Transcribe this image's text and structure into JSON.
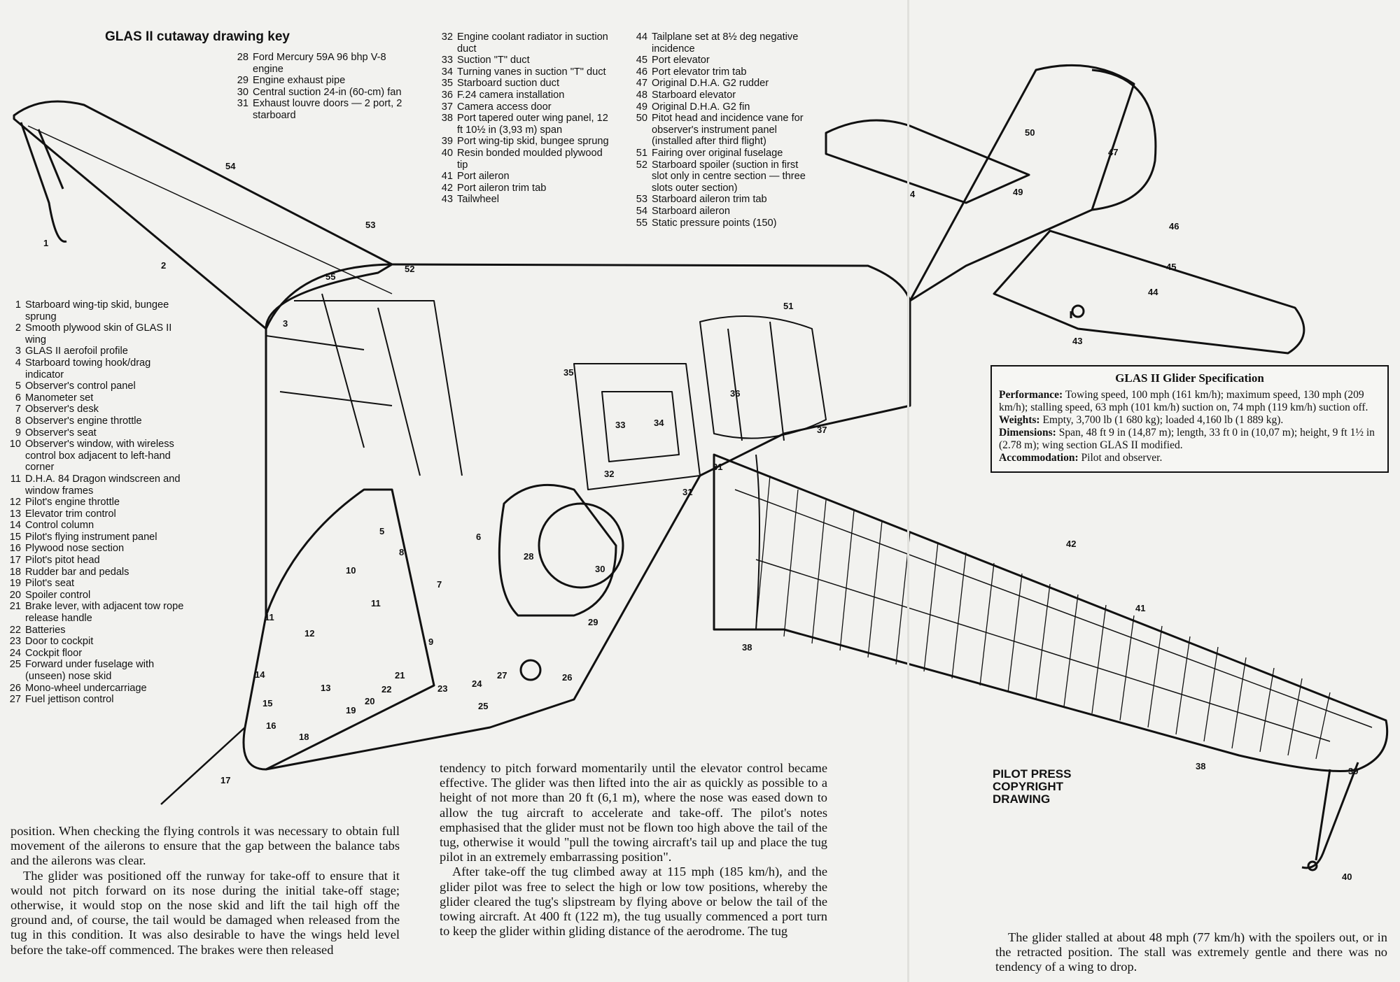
{
  "key_title": "GLAS II cutaway drawing key",
  "key_left": [
    {
      "n": "1",
      "t": "Starboard wing-tip skid, bungee sprung"
    },
    {
      "n": "2",
      "t": "Smooth plywood skin of GLAS II wing"
    },
    {
      "n": "3",
      "t": "GLAS II aerofoil profile"
    },
    {
      "n": "4",
      "t": "Starboard towing hook/drag indicator"
    },
    {
      "n": "5",
      "t": "Observer's control panel"
    },
    {
      "n": "6",
      "t": "Manometer set"
    },
    {
      "n": "7",
      "t": "Observer's desk"
    },
    {
      "n": "8",
      "t": "Observer's engine throttle"
    },
    {
      "n": "9",
      "t": "Observer's seat"
    },
    {
      "n": "10",
      "t": "Observer's window, with wireless control box adjacent to left-hand corner"
    },
    {
      "n": "11",
      "t": "D.H.A. 84 Dragon windscreen and window frames"
    },
    {
      "n": "12",
      "t": "Pilot's engine throttle"
    },
    {
      "n": "13",
      "t": "Elevator trim control"
    },
    {
      "n": "14",
      "t": "Control column"
    },
    {
      "n": "15",
      "t": "Pilot's flying instrument panel"
    },
    {
      "n": "16",
      "t": "Plywood nose section"
    },
    {
      "n": "17",
      "t": "Pilot's pitot head"
    },
    {
      "n": "18",
      "t": "Rudder bar and pedals"
    },
    {
      "n": "19",
      "t": "Pilot's seat"
    },
    {
      "n": "20",
      "t": "Spoiler control"
    },
    {
      "n": "21",
      "t": "Brake lever, with adjacent tow rope release handle"
    },
    {
      "n": "22",
      "t": "Batteries"
    },
    {
      "n": "23",
      "t": "Door to cockpit"
    },
    {
      "n": "24",
      "t": "Cockpit floor"
    },
    {
      "n": "25",
      "t": "Forward under fuselage with (unseen) nose skid"
    },
    {
      "n": "26",
      "t": "Mono-wheel undercarriage"
    },
    {
      "n": "27",
      "t": "Fuel jettison control"
    }
  ],
  "key_28": [
    {
      "n": "28",
      "t": "Ford Mercury 59A 96 bhp V-8 engine"
    },
    {
      "n": "29",
      "t": "Engine exhaust pipe"
    },
    {
      "n": "30",
      "t": "Central suction 24-in (60-cm) fan"
    },
    {
      "n": "31",
      "t": "Exhaust louvre doors — 2 port, 2 starboard"
    }
  ],
  "key_32": [
    {
      "n": "32",
      "t": "Engine coolant radiator in suction duct"
    },
    {
      "n": "33",
      "t": "Suction \"T\" duct"
    },
    {
      "n": "34",
      "t": "Turning vanes in suction \"T\" duct"
    },
    {
      "n": "35",
      "t": "Starboard suction duct"
    },
    {
      "n": "36",
      "t": "F.24 camera installation"
    },
    {
      "n": "37",
      "t": "Camera access door"
    },
    {
      "n": "38",
      "t": "Port tapered outer wing panel, 12 ft 10½ in (3,93 m) span"
    },
    {
      "n": "39",
      "t": "Port wing-tip skid, bungee sprung"
    },
    {
      "n": "40",
      "t": "Resin bonded moulded plywood tip"
    },
    {
      "n": "41",
      "t": "Port aileron"
    },
    {
      "n": "42",
      "t": "Port aileron trim tab"
    },
    {
      "n": "43",
      "t": "Tailwheel"
    }
  ],
  "key_44": [
    {
      "n": "44",
      "t": "Tailplane set at 8½ deg negative incidence"
    },
    {
      "n": "45",
      "t": "Port elevator"
    },
    {
      "n": "46",
      "t": "Port elevator trim tab"
    },
    {
      "n": "47",
      "t": "Original D.H.A. G2 rudder"
    },
    {
      "n": "48",
      "t": "Starboard elevator"
    },
    {
      "n": "49",
      "t": "Original D.H.A. G2 fin"
    },
    {
      "n": "50",
      "t": "Pitot head and incidence vane for observer's instrument panel (installed after third flight)"
    },
    {
      "n": "51",
      "t": "Fairing over original fuselage"
    },
    {
      "n": "52",
      "t": "Starboard spoiler (suction in first slot only in centre section — three slots outer section)"
    },
    {
      "n": "53",
      "t": "Starboard aileron trim tab"
    },
    {
      "n": "54",
      "t": "Starboard aileron"
    },
    {
      "n": "55",
      "t": "Static pressure points (150)"
    }
  ],
  "spec": {
    "title": "GLAS II Glider Specification",
    "perf_label": "Performance:",
    "perf": " Towing speed, 100 mph (161 km/h); maximum speed, 130 mph (209 km/h); stalling speed, 63 mph (101 km/h) suction on, 74 mph (119 km/h) suction off.",
    "weights_label": "Weights:",
    "weights": " Empty, 3,700 lb (1 680 kg); loaded 4,160 lb (1 889 kg).",
    "dims_label": "Dimensions:",
    "dims": " Span, 48 ft 9 in (14,87 m); length, 33 ft 0 in (10,07 m); height, 9 ft 1½ in (2.78 m); wing section GLAS II modified.",
    "accom_label": "Accommodation:",
    "accom": " Pilot and observer."
  },
  "credit": [
    "PILOT PRESS",
    "COPYRIGHT",
    "DRAWING"
  ],
  "col1": [
    "position. When checking the flying controls it was necessary to obtain full movement of the ailerons to ensure that the gap between the balance tabs and the ailerons was clear.",
    "The glider was positioned off the runway for take-off to ensure that it would not pitch forward on its nose during the initial take-off stage; otherwise, it would stop on the nose skid and lift the tail high off the ground and, of course, the tail would be damaged when released from the tug in this condition. It was also desirable to have the wings held level before the take-off commenced. The brakes were then released"
  ],
  "col2": [
    "tendency to pitch forward momentarily until the elevator control became effective. The glider was then lifted into the air as quickly as possible to a height of not more than 20 ft (6,1 m), where the nose was eased down to allow the tug aircraft to accelerate and take-off. The pilot's notes emphasised that the glider must not be flown too high above the tail of the tug, otherwise it would \"pull the towing aircraft's tail up and place the tug pilot in an extremely embarrassing position\".",
    "After take-off the tug climbed away at 115 mph (185 km/h), and the glider pilot was free to select the high or low tow positions, whereby the glider cleared the tug's slipstream by flying above or below the tail of the towing aircraft. At 400 ft (122 m), the tug usually commenced a port turn to keep the glider within gliding distance of the aerodrome. The tug"
  ],
  "col3": [
    "The glider stalled at about 48 mph (77 km/h) with the spoilers out, or in the retracted position. The stall was extremely gentle and there was no tendency of a wing to drop."
  ],
  "callouts": [
    "1",
    "2",
    "3",
    "4",
    "5",
    "6",
    "7",
    "8",
    "9",
    "10",
    "11",
    "11",
    "12",
    "13",
    "14",
    "15",
    "16",
    "17",
    "18",
    "19",
    "20",
    "21",
    "22",
    "23",
    "24",
    "25",
    "26",
    "27",
    "28",
    "29",
    "30",
    "31",
    "31",
    "32",
    "33",
    "34",
    "35",
    "36",
    "37",
    "38",
    "38",
    "39",
    "40",
    "41",
    "42",
    "43",
    "44",
    "45",
    "46",
    "47",
    "49",
    "50",
    "51",
    "52",
    "53",
    "54",
    "55"
  ]
}
